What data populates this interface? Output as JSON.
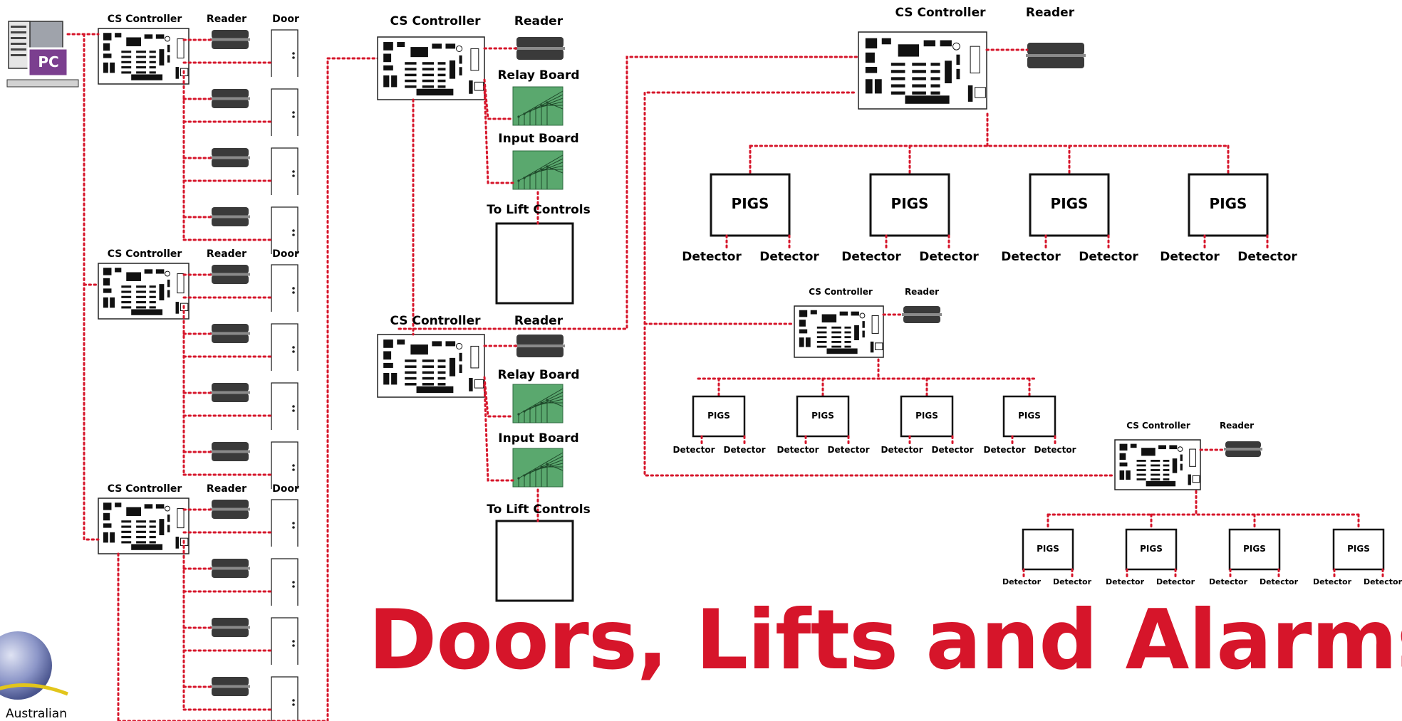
{
  "title": "Doors, Lifts and Alarms",
  "org_text": "Australian",
  "pc_label": "PC",
  "labels": {
    "cs_controller": "CS Controller",
    "reader": "Reader",
    "door": "Door",
    "relay_board": "Relay Board",
    "input_board": "Input Board",
    "to_lift_controls": "To Lift Controls",
    "pigs": "PIGS",
    "detector": "Detector"
  },
  "colors": {
    "link": "#d6152a",
    "title": "#d6152a",
    "board_green": "#5aa86e",
    "pc_purple": "#7b3f8f"
  }
}
